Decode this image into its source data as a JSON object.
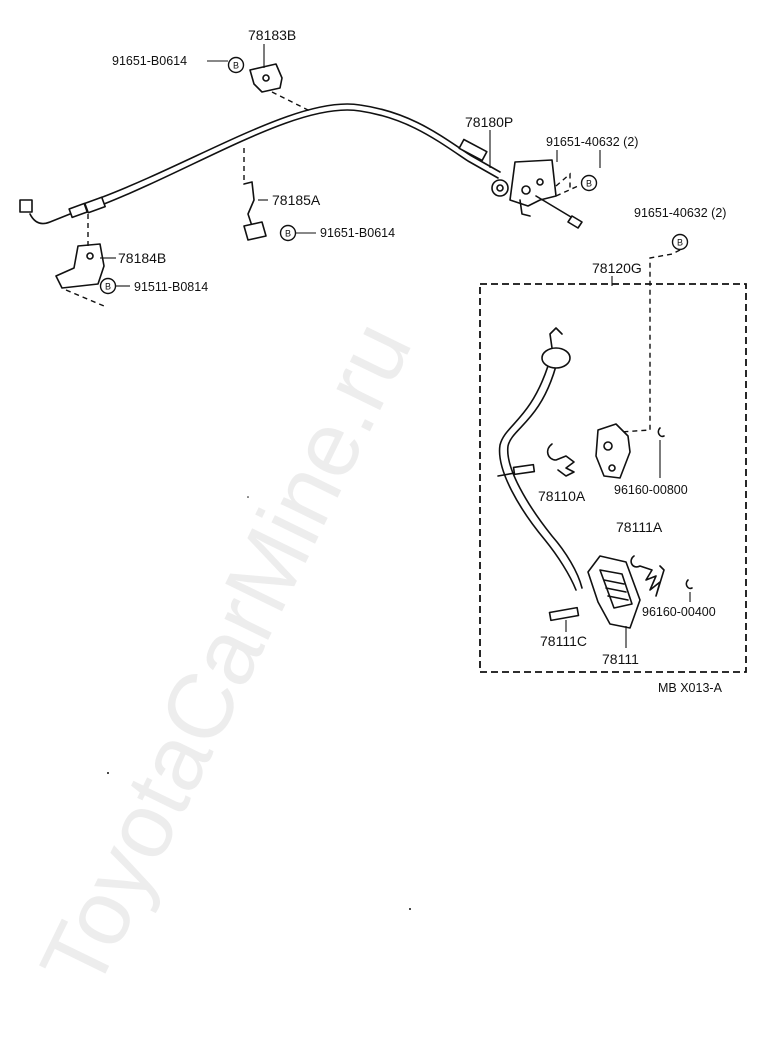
{
  "watermark": "ToyotaCarMine.ru",
  "diagram_code": "MB X013-A",
  "symbol_letter": "B",
  "labels": {
    "p78183B": "78183B",
    "p91651_B0614_top": "91651-B0614",
    "p78180P": "78180P",
    "p91651_40632_a": "91651-40632 (2)",
    "p91651_40632_b": "91651-40632 (2)",
    "p78185A": "78185A",
    "p91651_B0614_mid": "91651-B0614",
    "p78184B": "78184B",
    "p91511_B0814": "91511-B0814",
    "p78120G": "78120G",
    "p78110A": "78110A",
    "p96160_00800": "96160-00800",
    "p78111A": "78111A",
    "p96160_00400": "96160-00400",
    "p78111C": "78111C",
    "p78111": "78111"
  }
}
